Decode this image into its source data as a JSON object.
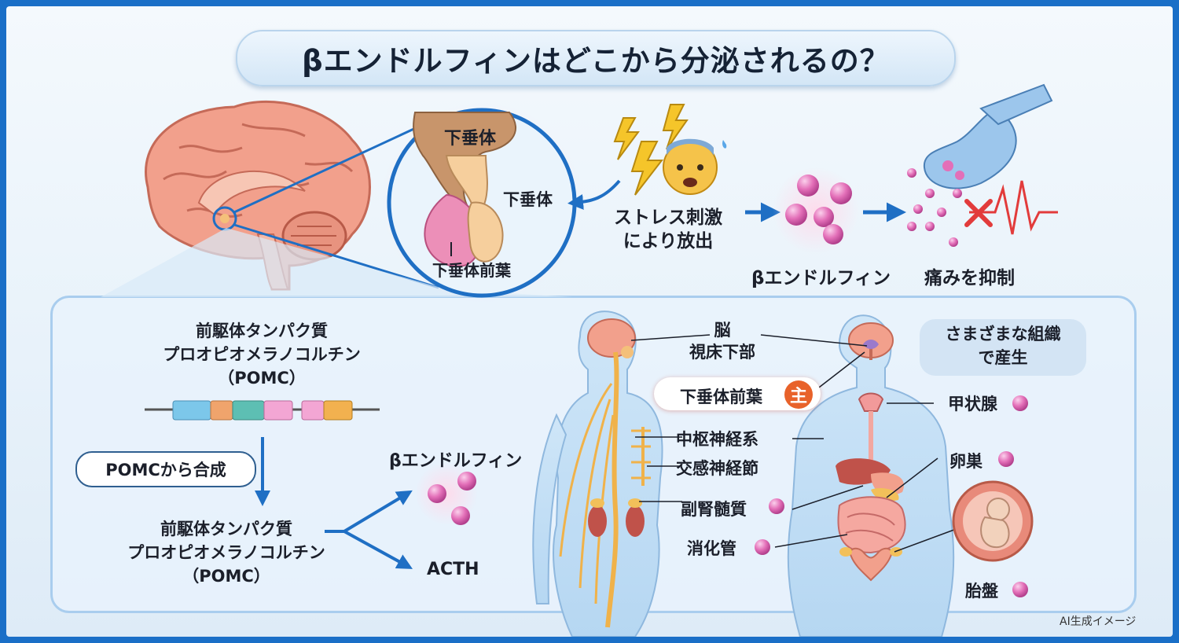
{
  "title": "βエンドルフィンはどこから分泌されるの？",
  "colors": {
    "frame": "#1a6fc7",
    "arrow_blue": "#1f6fc4",
    "endorphin_pink": "#e36fb8",
    "main_badge": "#e8622a",
    "pain_red": "#e23b3b"
  },
  "top": {
    "zoom_label_top": "下垂体",
    "zoom_label_right": "下垂体",
    "zoom_label_bottom": "下垂体前葉",
    "stress_line1": "ストレス刺激",
    "stress_line2": "により放出",
    "endorphin_label": "βエンドルフィン",
    "pain_label": "痛みを抑制",
    "icons": [
      "brain-icon",
      "lightning-icon",
      "worried-face-icon",
      "neuron-synapse-icon",
      "pain-signal-icon"
    ]
  },
  "pathway": {
    "precursor1_line1": "前駆体タンパク質",
    "precursor1_line2": "プロオピオメラノコルチン",
    "precursor1_line3": "（POMC）",
    "callout": "POMCから合成",
    "precursor2_line1": "前駆体タンパク質",
    "precursor2_line2": "プロオピオメラノコルチン",
    "precursor2_line3": "（POMC）",
    "product1": "βエンドルフィン",
    "product2": "ACTH",
    "gene_segment_colors": [
      "#7cc7ea",
      "#f0a46c",
      "#5dbfb3",
      "#f3a6d4",
      "#f3a6d4",
      "#f2b14f"
    ]
  },
  "body_left": {
    "brain": "脳",
    "hypothalamus": "視床下部",
    "anterior_pituitary": "下垂体前葉",
    "main_badge": "主",
    "cns": "中枢神経系",
    "sympathetic": "交感神経節",
    "adrenal": "副腎髄質",
    "digestive": "消化管"
  },
  "body_right": {
    "tissue_line1": "さまざまな組織",
    "tissue_line2": "で産生",
    "thyroid": "甲状腺",
    "ovary": "卵巣",
    "placenta": "胎盤"
  },
  "footer": {
    "ai_note": "AI生成イメージ"
  }
}
